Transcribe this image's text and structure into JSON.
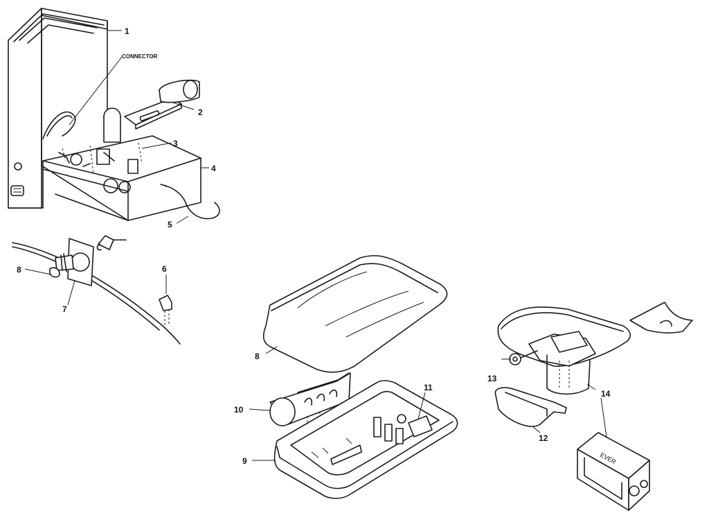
{
  "labels": {
    "p1": "1",
    "connector": "CONNECTOR",
    "p2": "2",
    "p3": "3",
    "p4": "4",
    "p5": "5",
    "p6": "6",
    "p7": "7",
    "p8": "8",
    "p8b": "8",
    "p9": "9",
    "p10": "10",
    "p11": "11",
    "p12": "12",
    "p13": "13",
    "p14": "14"
  },
  "battery_text": "EVER"
}
